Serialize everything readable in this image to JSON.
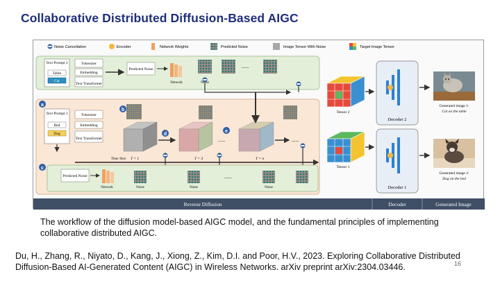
{
  "slide": {
    "title": "Collaborative Distributed Diffusion-Based AIGC",
    "caption": "The workflow of the diffusion model-based AIGC model, and the fundamental principles of implementing collaborative distributed AIGC.",
    "citation": "Du, H., Zhang, R., Niyato, D., Kang, J., Xiong, Z., Kim, D.I. and Poor, H.V., 2023. Exploring Collaborative Distributed Diffusion-Based AI-Generated Content (AIGC) in Wireless Networks. arXiv preprint arXiv:2304.03446.",
    "page_number": "16"
  },
  "figure": {
    "legend": {
      "noise_cancellation": "Noise Cancellation",
      "encoder": "Encoder",
      "network_weights": "Network Weights",
      "predicted_noise": "Predicted Noise",
      "image_tensor_with_noise": "Image Tensor With Noise",
      "target_image_tensor": "Target Image Tensor"
    },
    "top_branch": {
      "prompt": "Text Prompt 2",
      "words": [
        "Table",
        "Cat"
      ],
      "tokenizer": "Tokenizer",
      "embedding": "Embedding",
      "transformer": "Text Transformer",
      "predicted_noise": "Predicted Noise",
      "network": "Network",
      "noise": "Noise",
      "tensor": "Tensor 2",
      "decoder": "Decoder 2",
      "generated": "Generated image 1:",
      "generated_desc": "Cat on the table"
    },
    "bottom_branch": {
      "prompt": "Text Prompt 1",
      "words": [
        "Bed",
        "Dog"
      ],
      "tokenizer": "Tokenizer",
      "embedding": "Embedding",
      "transformer": "Text Transformer",
      "predicted_noise": "Predicted Noise",
      "network": "Network",
      "noise": "Noise",
      "tensor": "Tensor 1",
      "decoder": "Decoder 1",
      "generated": "Generated image 2:",
      "generated_desc": "Dog on the bed"
    },
    "markers": [
      "a",
      "b",
      "c",
      "d",
      "e"
    ],
    "timeline": {
      "label": "Time Slot:",
      "t1": "T = 1",
      "t3": "T = 3",
      "tn": "T = n"
    },
    "ellipsis": "......",
    "footer": {
      "reverse_diffusion": "Reverse Diffusion",
      "decoder": "Decoder",
      "generated_image": "Generated Image"
    },
    "colors": {
      "green_panel": "#e3efd9",
      "peach_panel": "#fbe7d6",
      "footer_bar": "#3e4f66",
      "marker": "#2f5fa8",
      "word_highlight": "#2c8fbf",
      "word_yellow": "#f5d060"
    }
  }
}
